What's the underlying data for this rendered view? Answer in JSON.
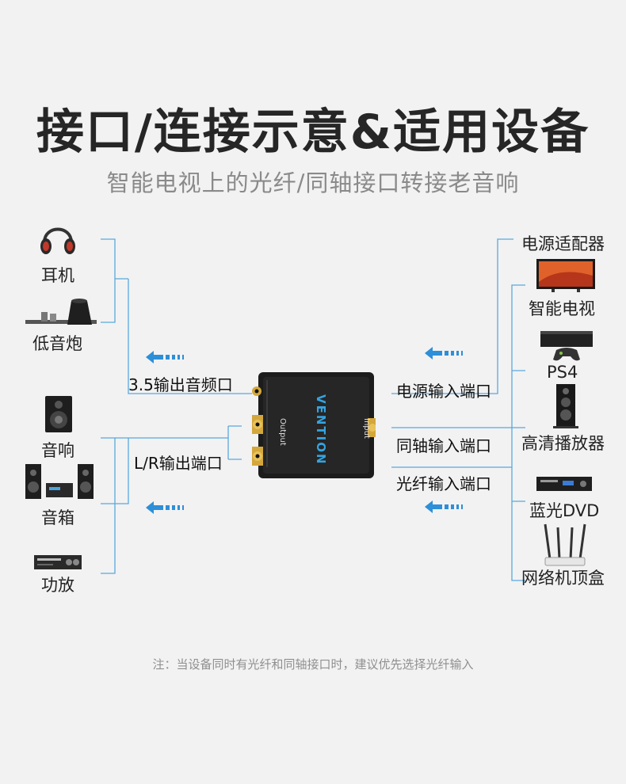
{
  "header": {
    "title": "接口/连接示意&适用设备",
    "subtitle": "智能电视上的光纤/同轴接口转接老音响"
  },
  "left_devices": [
    {
      "label": "耳机",
      "icon": "headphones-icon"
    },
    {
      "label": "低音炮",
      "icon": "subwoofer-icon"
    },
    {
      "label": "音响",
      "icon": "speaker-icon"
    },
    {
      "label": "音箱",
      "icon": "hifi-speakers-icon"
    },
    {
      "label": "功放",
      "icon": "amplifier-icon"
    }
  ],
  "right_devices": [
    {
      "label": "电源适配器",
      "icon": ""
    },
    {
      "label": "智能电视",
      "icon": "tv-icon"
    },
    {
      "label": "PS4",
      "icon": "game-console-icon"
    },
    {
      "label": "高清播放器",
      "icon": "tower-speaker-icon"
    },
    {
      "label": "蓝光DVD",
      "icon": "dvd-player-icon"
    },
    {
      "label": "网络机顶盒",
      "icon": "router-icon"
    }
  ],
  "ports": {
    "output_35": "3.5输出音频口",
    "output_lr": "L/R输出端口",
    "input_power": "电源输入端口",
    "input_coax": "同轴输入端口",
    "input_optical": "光纤输入端口"
  },
  "device": {
    "brand": "VENTION",
    "output_label": "Output",
    "input_label": "Input"
  },
  "note": "注：当设备同时有光纤和同轴接口时，建议优先选择光纤输入",
  "colors": {
    "line": "#5aa9dc",
    "arrow": "#2d8fd8",
    "brand": "#34a3e0"
  }
}
